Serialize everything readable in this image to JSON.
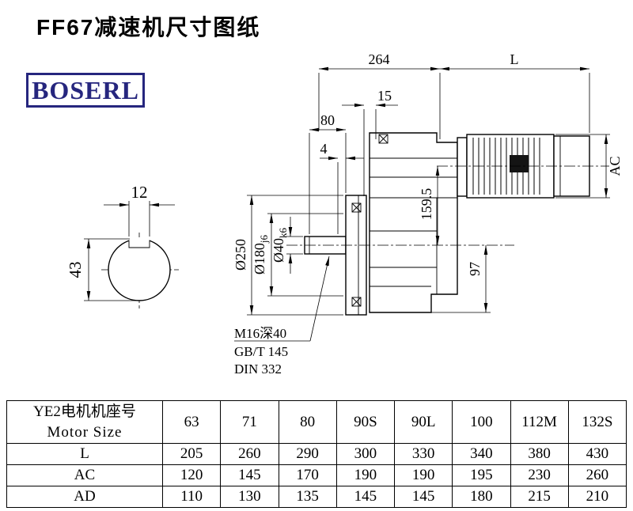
{
  "title": "FF67减速机尺寸图纸",
  "brand": "BOSERL",
  "drawing": {
    "dim_264": "264",
    "dim_L": "L",
    "dim_15": "15",
    "dim_80": "80",
    "dim_4": "4",
    "dim_AC": "AC",
    "dim_12": "12",
    "dim_43": "43",
    "dia_250": "Ø250",
    "dia_180_main": "Ø180",
    "dia_180_sub": "j6",
    "dia_40_main": "Ø40",
    "dia_40_sub": "k6",
    "dim_159_5": "159.5",
    "dim_97": "97",
    "note_thread": "M16深40",
    "note_gb": "GB/T 145",
    "note_din": "DIN 332"
  },
  "table": {
    "header_line1": "YE2电机机座号",
    "header_line2": "Motor Size",
    "sizes": [
      "63",
      "71",
      "80",
      "90S",
      "90L",
      "100",
      "112M",
      "132S"
    ],
    "rows": [
      {
        "label": "L",
        "values": [
          "205",
          "260",
          "290",
          "300",
          "330",
          "340",
          "380",
          "430"
        ]
      },
      {
        "label": "AC",
        "values": [
          "120",
          "145",
          "170",
          "190",
          "190",
          "195",
          "230",
          "260"
        ]
      },
      {
        "label": "AD",
        "values": [
          "110",
          "130",
          "135",
          "145",
          "145",
          "180",
          "215",
          "210"
        ]
      }
    ]
  }
}
